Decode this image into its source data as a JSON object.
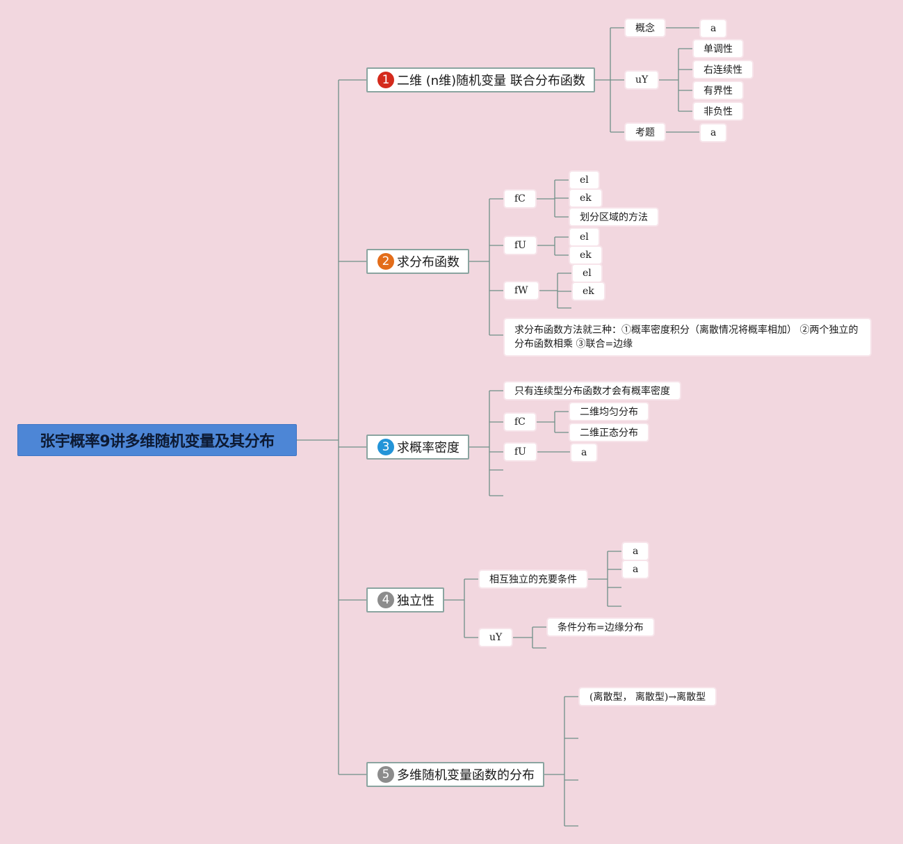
{
  "root": "张宇概率9讲多维随机变量及其分布",
  "colors": {
    "background": "#f2d7df",
    "root_fill": "#4d86d6",
    "line": "#6e8f88"
  },
  "branches": [
    {
      "num": "1",
      "num_color": "#d42a1c",
      "label": "二维 (n维)随机变量 联合分布函数",
      "children": [
        {
          "label": "概念",
          "children": [
            "a"
          ]
        },
        {
          "label": "uY",
          "children": [
            "单调性",
            "右连续性",
            "有界性",
            "非负性"
          ]
        },
        {
          "label": "考题",
          "children": [
            "a"
          ]
        }
      ]
    },
    {
      "num": "2",
      "num_color": "#e36d1a",
      "label": "求分布函数",
      "children": [
        {
          "label": "fC",
          "children": [
            "el",
            "ek",
            "划分区域的方法"
          ]
        },
        {
          "label": "fU",
          "children": [
            "el",
            "ek"
          ]
        },
        {
          "label": "fW",
          "children": [
            "el",
            "ek",
            ""
          ]
        },
        {
          "label": "求分布函数方法就三种：①概率密度积分（离散情况将概率相加） ②两个独立的分布函数相乘 ③联合=边缘",
          "children": []
        }
      ]
    },
    {
      "num": "3",
      "num_color": "#2394d8",
      "label": "求概率密度",
      "children": [
        {
          "label": "只有连续型分布函数才会有概率密度",
          "children": []
        },
        {
          "label": "fC",
          "children": [
            "二维均匀分布",
            "二维正态分布"
          ]
        },
        {
          "label": "fU",
          "children": [
            "a"
          ]
        },
        {
          "label": "",
          "children": []
        },
        {
          "label": "",
          "children": []
        }
      ]
    },
    {
      "num": "4",
      "num_color": "#8c8c8c",
      "label": "独立性",
      "children": [
        {
          "label": "相互独立的充要条件",
          "children": [
            "a",
            "a",
            "",
            ""
          ]
        },
        {
          "label": "uY",
          "children": [
            "条件分布=边缘分布",
            ""
          ]
        }
      ]
    },
    {
      "num": "5",
      "num_color": "#8c8c8c",
      "label": "多维随机变量函数的分布",
      "children": [
        {
          "label": "(离散型， 离散型)→离散型",
          "children": []
        },
        {
          "label": "",
          "children": []
        },
        {
          "label": "",
          "children": []
        },
        {
          "label": "",
          "children": []
        }
      ]
    }
  ]
}
